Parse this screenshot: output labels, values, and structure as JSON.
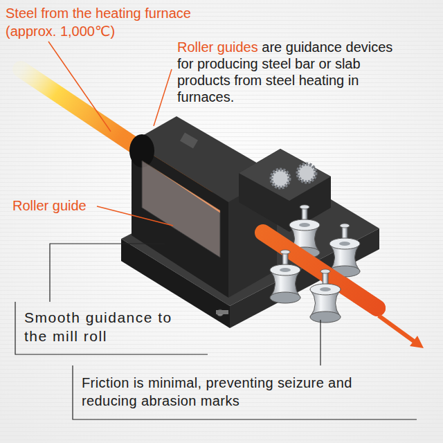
{
  "diagram": {
    "labels": [
      "Steel from the heating furnace (approx. 1,000℃)",
      "Roller guides",
      "are guidance devices for producing steel bar or slab products from steel heating in furnaces.",
      "Roller guide",
      "Smooth guidance to the mill roll",
      "Friction is minimal, preventing seizure and reducing abrasion marks"
    ]
  }
}
